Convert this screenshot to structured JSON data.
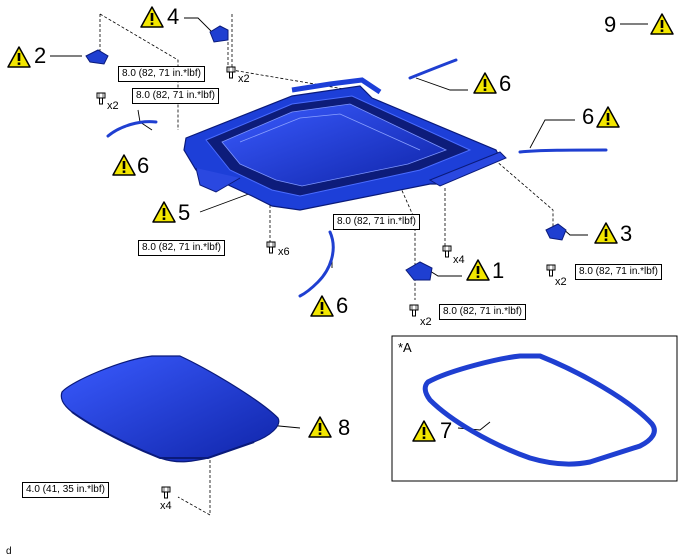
{
  "callouts": [
    "1",
    "2",
    "3",
    "4",
    "5",
    "6",
    "7",
    "8",
    "9"
  ],
  "torques": {
    "t8": "8.0 (82, 71 in.*lbf)",
    "t4": "4.0 (41, 35 in.*lbf)"
  },
  "qty": {
    "x2": "x2",
    "x4": "x4",
    "x6": "x6"
  },
  "inset_title": "*A",
  "footer_code": "d",
  "colors": {
    "part": "#1f3fd1",
    "part_dark": "#0d1f8a",
    "warn": "#f2e600",
    "line": "#000000"
  }
}
